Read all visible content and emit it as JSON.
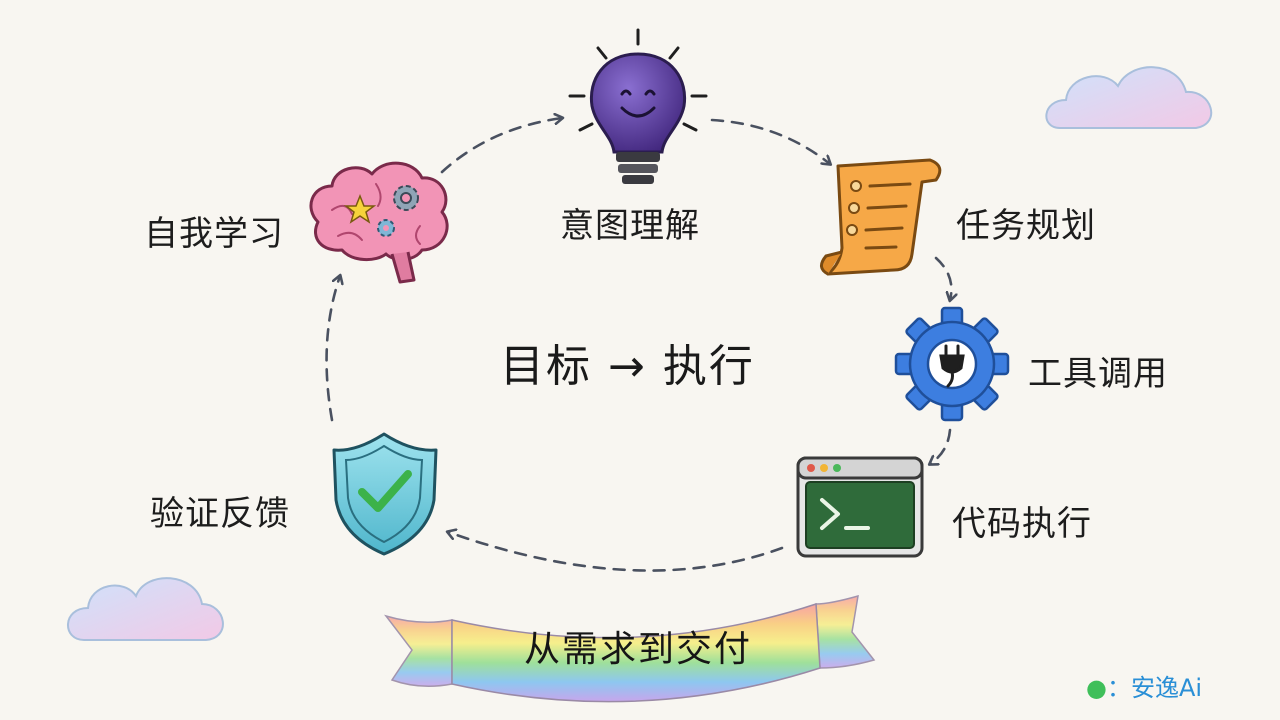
{
  "diagram": {
    "center_text": "目标 → 执行",
    "banner_text": "从需求到交付",
    "steps": [
      {
        "label": "意图理解",
        "icon": "lightbulb-icon"
      },
      {
        "label": "任务规划",
        "icon": "scroll-icon"
      },
      {
        "label": "工具调用",
        "icon": "gear-plug-icon"
      },
      {
        "label": "代码执行",
        "icon": "terminal-icon"
      },
      {
        "label": "验证反馈",
        "icon": "shield-check-icon"
      },
      {
        "label": "自我学习",
        "icon": "brain-icon"
      }
    ]
  },
  "watermark": {
    "icon": "wechat-icon",
    "text": "：安逸Ai"
  },
  "colors": {
    "bulb": "#5b3fa3",
    "scroll": "#f7b24c",
    "gear": "#3b7ad8",
    "terminal": "#2f6b3a",
    "shield": "#5ec4d8",
    "brain": "#f28bb0",
    "check": "#3cb24a"
  }
}
